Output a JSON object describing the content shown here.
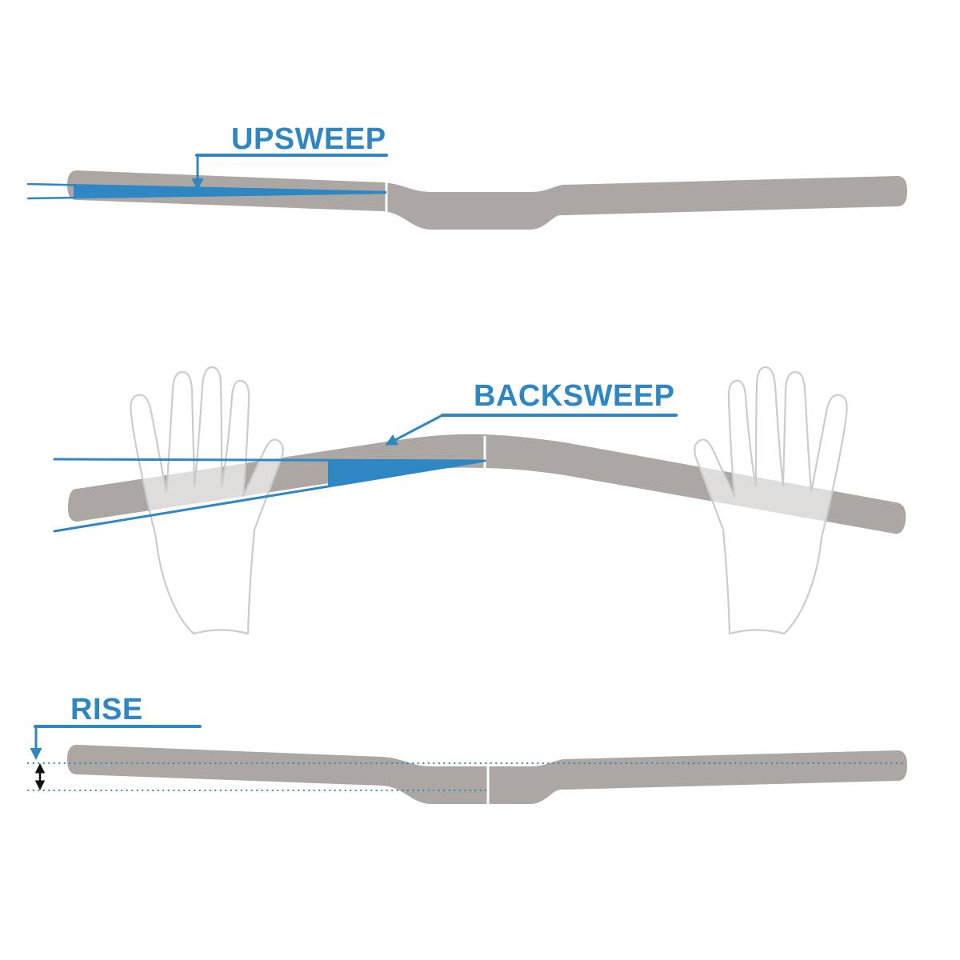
{
  "figure": {
    "labels": {
      "upsweep": "UPSWEEP",
      "backsweep": "BACKSWEEP",
      "rise": "RISE"
    },
    "colors": {
      "accent_blue": "#2e86c3",
      "bar_gray": "#aca7a3",
      "hand_outline": "#cccccc",
      "black": "#111111",
      "background": "#ffffff"
    }
  }
}
